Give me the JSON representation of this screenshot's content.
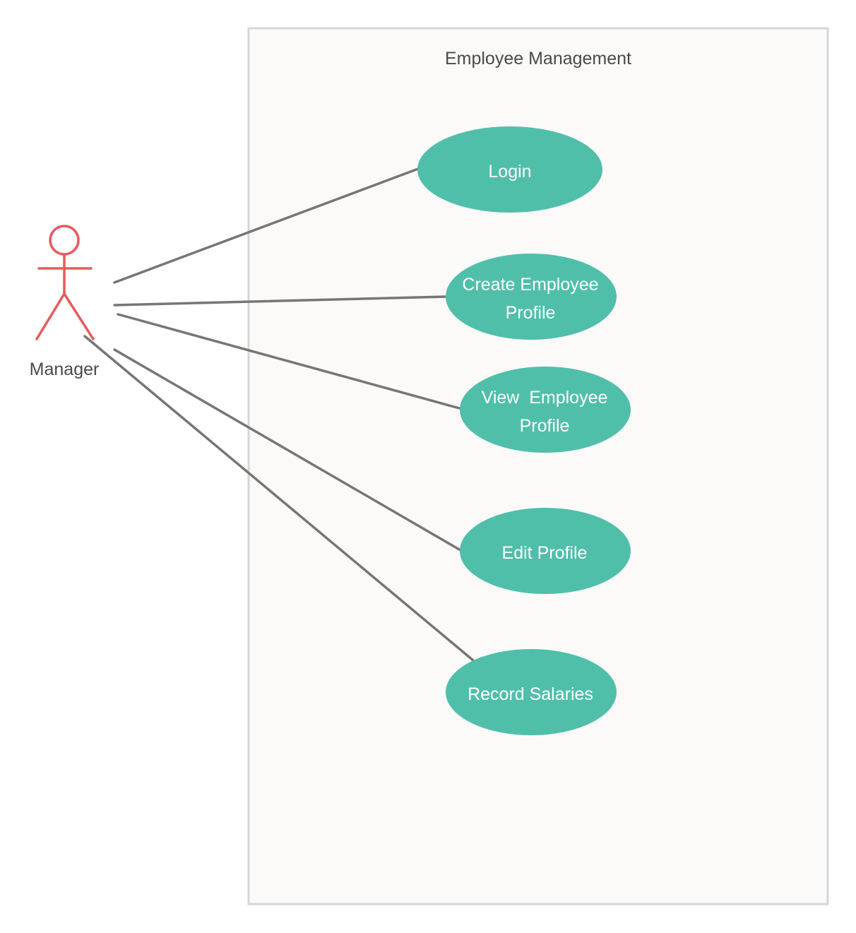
{
  "system": {
    "title": "Employee Management"
  },
  "actor": {
    "name": "Manager",
    "icon": "stick-figure-icon"
  },
  "use_cases": [
    {
      "id": "login",
      "lines": [
        "Login"
      ]
    },
    {
      "id": "create-employee-profile",
      "lines": [
        "Create Employee",
        "Profile"
      ]
    },
    {
      "id": "view-employee-profile",
      "lines": [
        "View  Employee",
        "Profile"
      ]
    },
    {
      "id": "edit-profile",
      "lines": [
        "Edit Profile"
      ]
    },
    {
      "id": "record-salaries",
      "lines": [
        "Record Salaries"
      ]
    }
  ],
  "colors": {
    "use_case_fill": "#50bfaa",
    "actor": "#e85a5a",
    "association": "#787674",
    "system_border": "#d6d6d6",
    "system_fill": "#fbfaf8"
  }
}
